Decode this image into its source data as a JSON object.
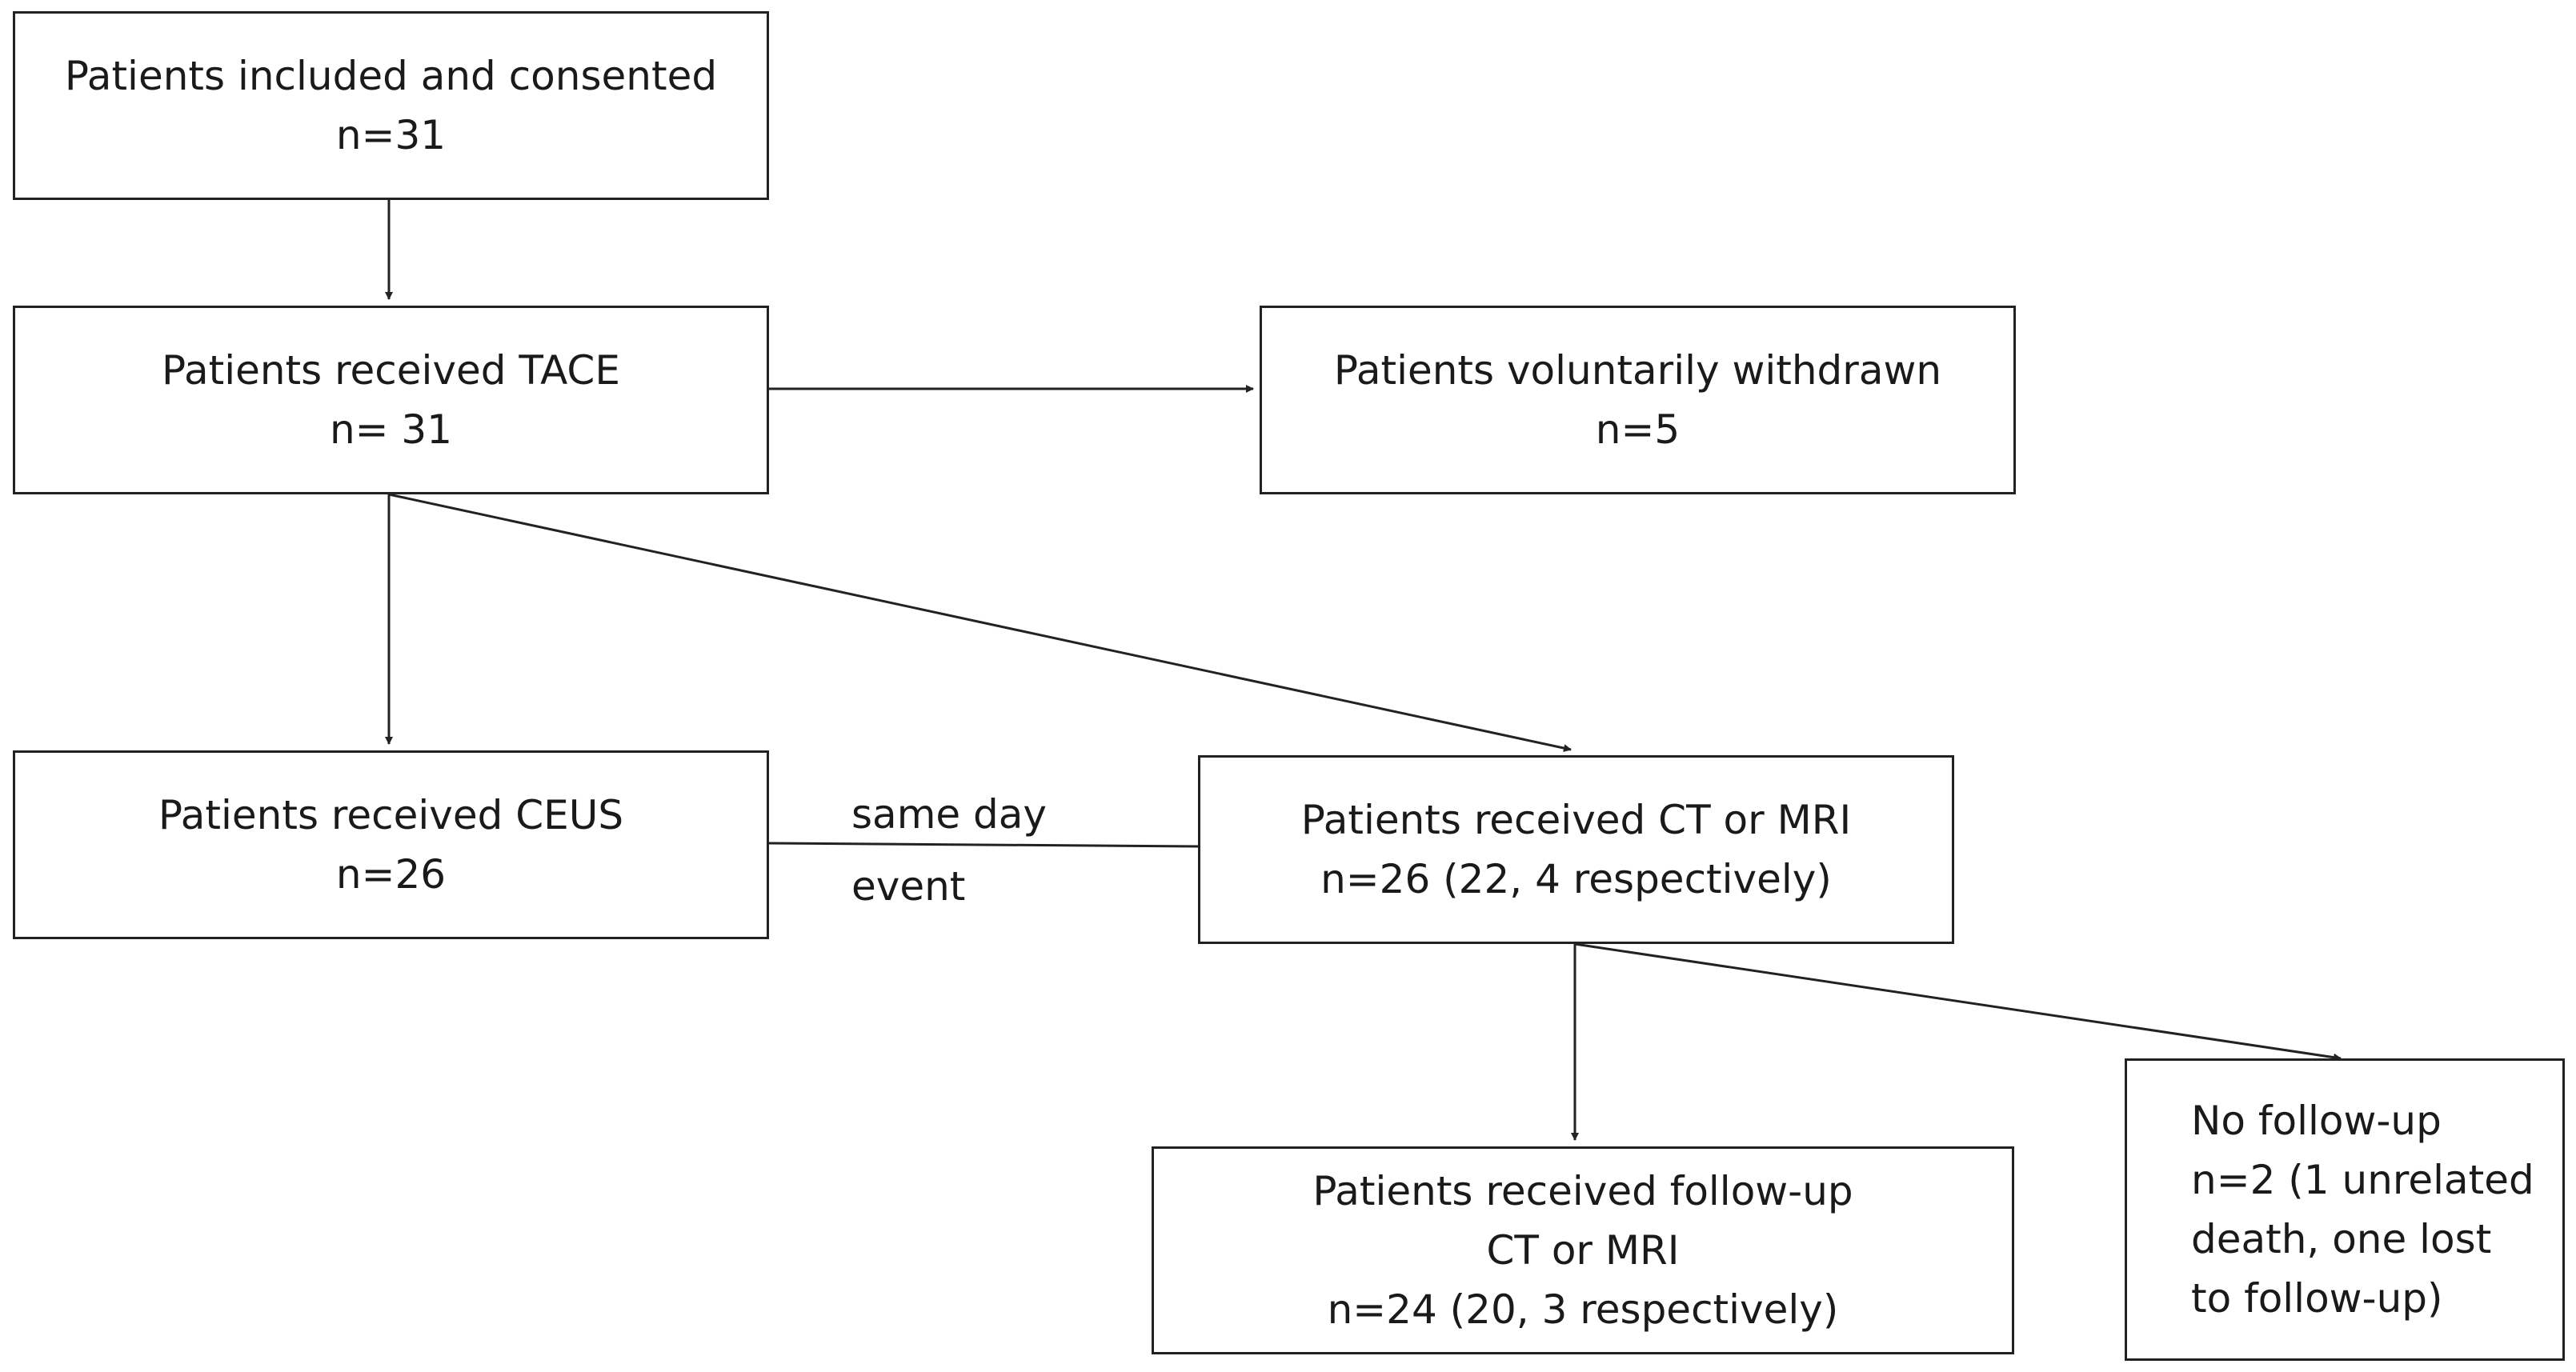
{
  "diagram": {
    "nodes": {
      "included": {
        "lines": [
          "Patients included and consented",
          "n=31"
        ]
      },
      "tace": {
        "lines": [
          "Patients received TACE",
          "n= 31"
        ]
      },
      "withdrawn": {
        "lines": [
          "Patients voluntarily withdrawn",
          "n=5"
        ]
      },
      "ceus": {
        "lines": [
          "Patients received CEUS",
          "n=26"
        ]
      },
      "ctmri": {
        "lines": [
          "Patients received CT or MRI",
          "n=26 (22, 4 respectively)"
        ]
      },
      "followup": {
        "lines": [
          "Patients received follow-up",
          "CT or MRI",
          "n=24 (20, 3 respectively)"
        ]
      },
      "nofollowup": {
        "lines": [
          "No follow-up",
          "n=2 (1 unrelated",
          "death, one lost",
          "to follow-up)"
        ]
      }
    },
    "edge_labels": {
      "same_day": "same day",
      "event": "event"
    },
    "colors": {
      "line": "#222222",
      "text": "#1a1a1a",
      "background": "#ffffff"
    }
  }
}
